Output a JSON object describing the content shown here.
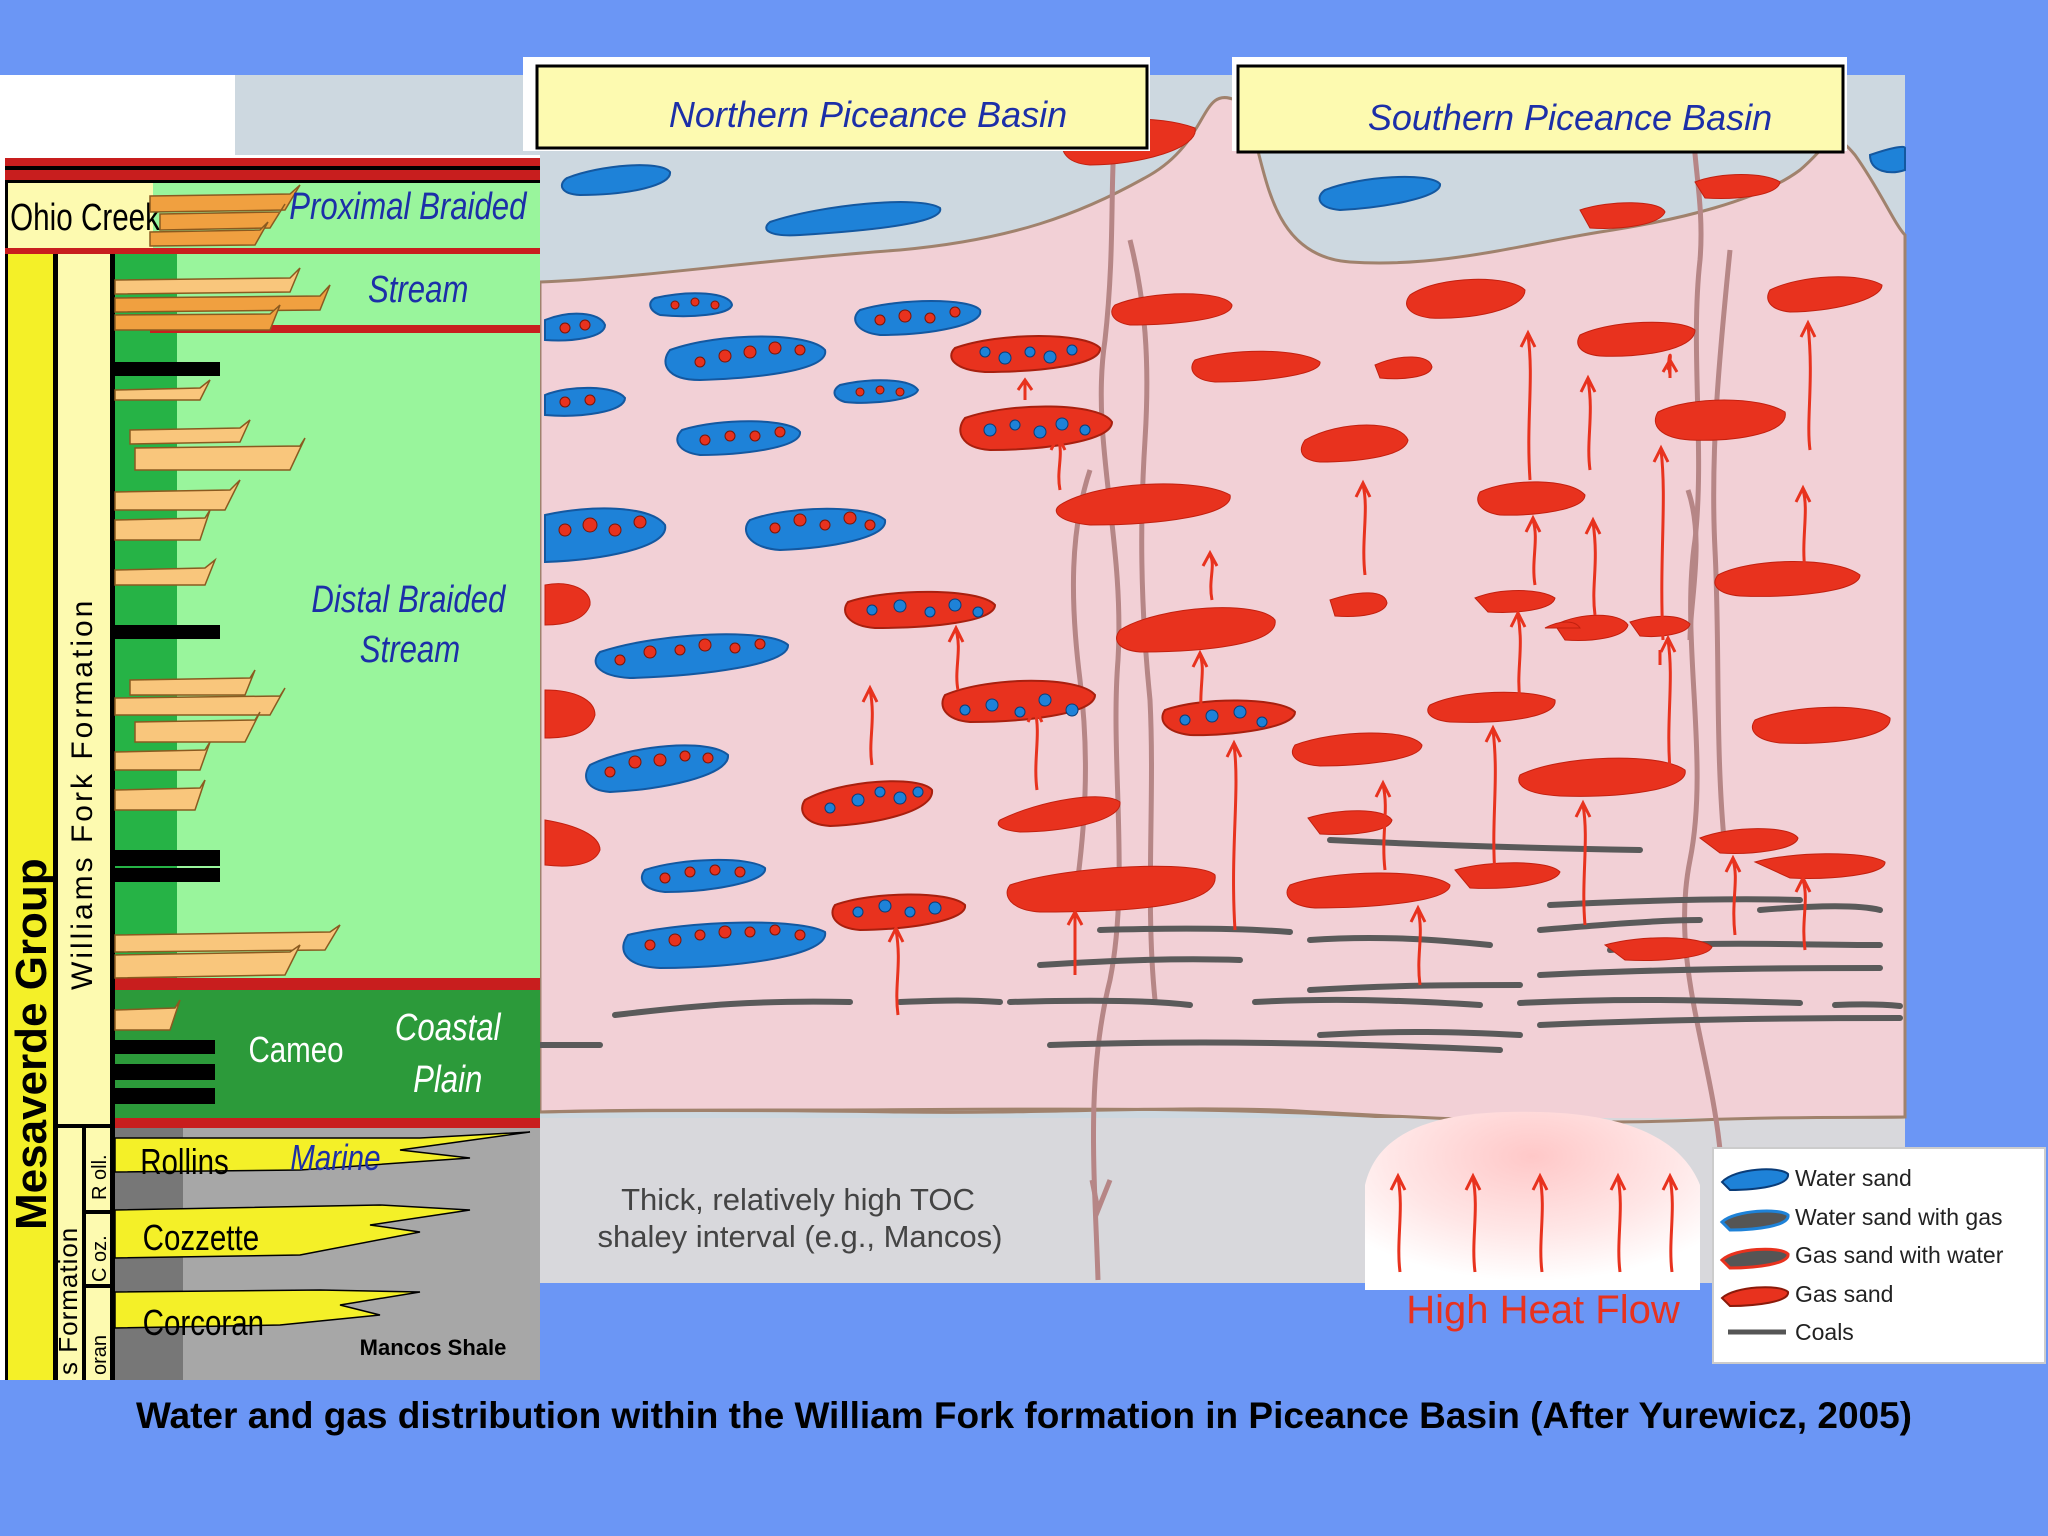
{
  "title_north": "Northern Piceance Basin",
  "title_south": "Southern Piceance Basin",
  "column": {
    "ohio_creek": "Ohio Creek",
    "proximal_braided": "Proximal Braided",
    "stream": "Stream",
    "distal_braided_1": "Distal Braided",
    "distal_braided_2": "Stream",
    "cameo": "Cameo",
    "coastal_1": "Coastal",
    "coastal_2": "Plain",
    "rollins": "Rollins",
    "marine": "Marine",
    "cozzette": "Cozzette",
    "corcoran": "Corcoran",
    "mancos_shale": "Mancos  Shale",
    "mesaverde_group": "Mesaverde Group",
    "williams_fork": "Williams Fork Formation",
    "iles_formation": "s Formation",
    "roll_abbr": "R oll.",
    "coz_abbr": "C oz.",
    "coran_abbr": "oran"
  },
  "shale_note_1": "Thick, relatively high TOC",
  "shale_note_2": "shaley interval (e.g., Mancos)",
  "heat_flow": "High Heat Flow",
  "legend": {
    "items": [
      {
        "label": "Water sand",
        "color": "#1e82d8"
      },
      {
        "label": "Water sand with gas",
        "color": "#1e82d8"
      },
      {
        "label": "Gas sand with water",
        "color": "#e8321e"
      },
      {
        "label": "Gas sand",
        "color": "#e8321e"
      },
      {
        "label": "Coals",
        "color": "#555555"
      }
    ]
  },
  "caption": "Water and gas distribution within the William Fork formation in Piceance Basin (After Yurewicz, 2005)",
  "colors": {
    "background": "#6b96f5",
    "water": "#1e82d8",
    "gas": "#e8321e",
    "formation": "#f2d0d6",
    "overburden": "#cdd8e0",
    "column_green": "#99f59c",
    "title_box": "#fdfab0"
  }
}
